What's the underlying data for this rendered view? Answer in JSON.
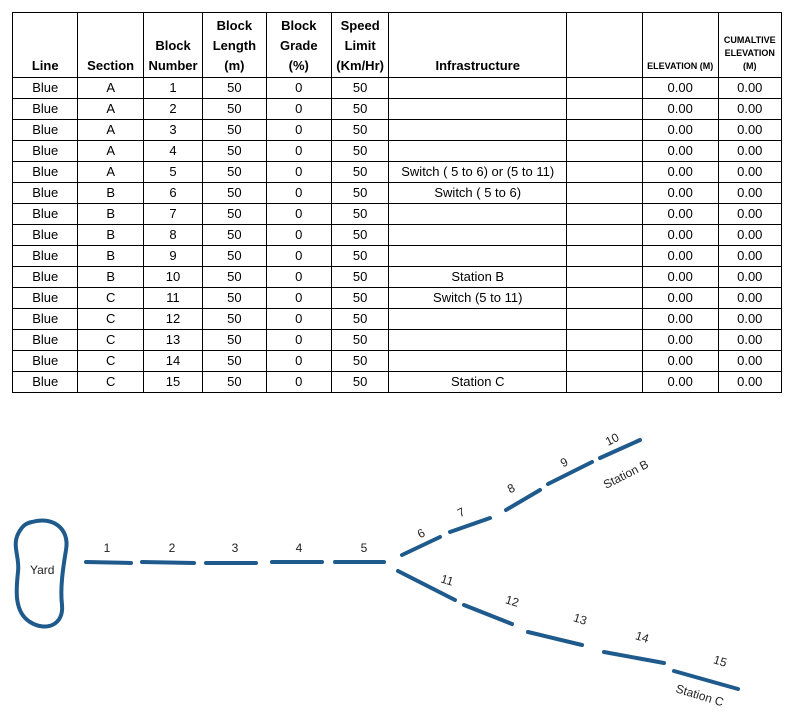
{
  "table": {
    "headers": {
      "line": "Line",
      "section": "Section",
      "block_number": [
        "Block",
        "Number"
      ],
      "block_length": [
        "Block",
        "Length",
        "(m)"
      ],
      "block_grade": [
        "Block",
        "Grade",
        "(%)"
      ],
      "speed_limit": [
        "Speed",
        "Limit",
        "(Km/Hr)"
      ],
      "infrastructure": "Infrastructure",
      "blank": "",
      "elevation": "ELEVATION (M)",
      "cumulative_elevation": [
        "CUMALTIVE",
        "ELEVATION",
        "(M)"
      ]
    },
    "rows": [
      {
        "line": "Blue",
        "section": "A",
        "block": "1",
        "length": "50",
        "grade": "0",
        "speed": "50",
        "infra": "",
        "blank": "",
        "elev": "0.00",
        "cumul": "0.00"
      },
      {
        "line": "Blue",
        "section": "A",
        "block": "2",
        "length": "50",
        "grade": "0",
        "speed": "50",
        "infra": "",
        "blank": "",
        "elev": "0.00",
        "cumul": "0.00"
      },
      {
        "line": "Blue",
        "section": "A",
        "block": "3",
        "length": "50",
        "grade": "0",
        "speed": "50",
        "infra": "",
        "blank": "",
        "elev": "0.00",
        "cumul": "0.00"
      },
      {
        "line": "Blue",
        "section": "A",
        "block": "4",
        "length": "50",
        "grade": "0",
        "speed": "50",
        "infra": "",
        "blank": "",
        "elev": "0.00",
        "cumul": "0.00"
      },
      {
        "line": "Blue",
        "section": "A",
        "block": "5",
        "length": "50",
        "grade": "0",
        "speed": "50",
        "infra": "Switch ( 5 to 6) or (5 to 11)",
        "blank": "",
        "elev": "0.00",
        "cumul": "0.00"
      },
      {
        "line": "Blue",
        "section": "B",
        "block": "6",
        "length": "50",
        "grade": "0",
        "speed": "50",
        "infra": "Switch ( 5 to 6)",
        "blank": "",
        "elev": "0.00",
        "cumul": "0.00"
      },
      {
        "line": "Blue",
        "section": "B",
        "block": "7",
        "length": "50",
        "grade": "0",
        "speed": "50",
        "infra": "",
        "blank": "",
        "elev": "0.00",
        "cumul": "0.00"
      },
      {
        "line": "Blue",
        "section": "B",
        "block": "8",
        "length": "50",
        "grade": "0",
        "speed": "50",
        "infra": "",
        "blank": "",
        "elev": "0.00",
        "cumul": "0.00"
      },
      {
        "line": "Blue",
        "section": "B",
        "block": "9",
        "length": "50",
        "grade": "0",
        "speed": "50",
        "infra": "",
        "blank": "",
        "elev": "0.00",
        "cumul": "0.00"
      },
      {
        "line": "Blue",
        "section": "B",
        "block": "10",
        "length": "50",
        "grade": "0",
        "speed": "50",
        "infra": "Station B",
        "blank": "",
        "elev": "0.00",
        "cumul": "0.00"
      },
      {
        "line": "Blue",
        "section": "C",
        "block": "11",
        "length": "50",
        "grade": "0",
        "speed": "50",
        "infra": "Switch (5 to 11)",
        "blank": "",
        "elev": "0.00",
        "cumul": "0.00"
      },
      {
        "line": "Blue",
        "section": "C",
        "block": "12",
        "length": "50",
        "grade": "0",
        "speed": "50",
        "infra": "",
        "blank": "",
        "elev": "0.00",
        "cumul": "0.00"
      },
      {
        "line": "Blue",
        "section": "C",
        "block": "13",
        "length": "50",
        "grade": "0",
        "speed": "50",
        "infra": "",
        "blank": "",
        "elev": "0.00",
        "cumul": "0.00"
      },
      {
        "line": "Blue",
        "section": "C",
        "block": "14",
        "length": "50",
        "grade": "0",
        "speed": "50",
        "infra": "",
        "blank": "",
        "elev": "0.00",
        "cumul": "0.00"
      },
      {
        "line": "Blue",
        "section": "C",
        "block": "15",
        "length": "50",
        "grade": "0",
        "speed": "50",
        "infra": "Station C",
        "blank": "",
        "elev": "0.00",
        "cumul": "0.00"
      }
    ]
  },
  "diagram": {
    "yard_label": "Yard",
    "block_labels": [
      "1",
      "2",
      "3",
      "4",
      "5",
      "6",
      "7",
      "8",
      "9",
      "10",
      "11",
      "12",
      "13",
      "14",
      "15"
    ],
    "station_b_label": "Station B",
    "station_c_label": "Station C",
    "track_color": "#1f5a8c"
  }
}
